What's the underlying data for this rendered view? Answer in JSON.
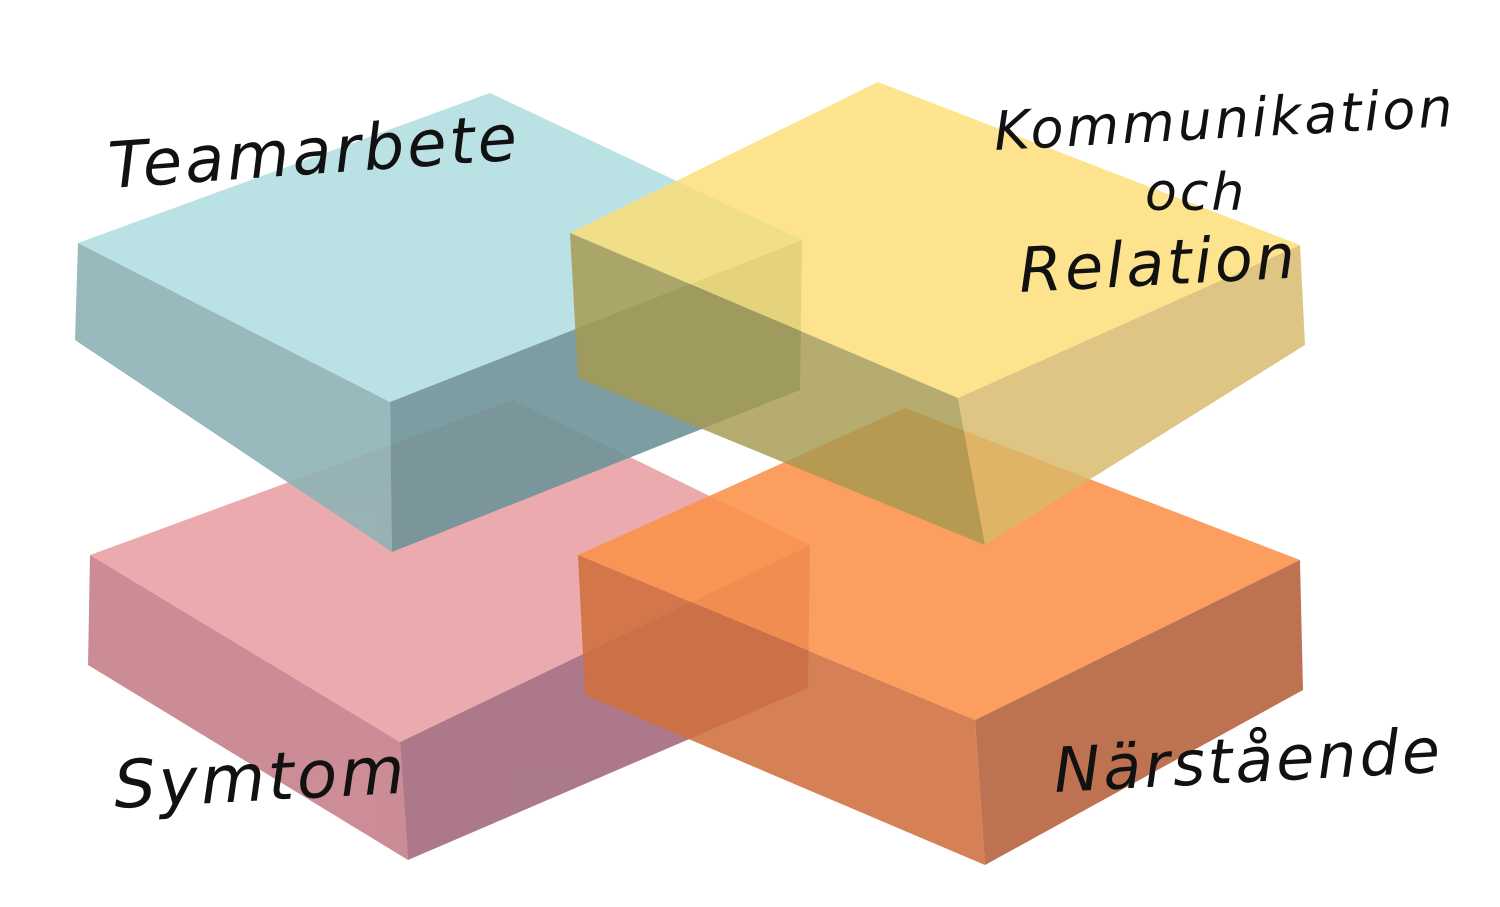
{
  "diagram": {
    "labels": {
      "teamarbete": "Teamarbete",
      "kommunikation_line1": "Kommunikation",
      "kommunikation_line2": "och",
      "kommunikation_line3": "Relation",
      "symtom": "Symtom",
      "narstaende": "Närstående"
    },
    "colors": {
      "teamarbete_top": "#B3DEE0",
      "teamarbete_side": "#93BABD",
      "kommunikation_top": "#FDDE75",
      "kommunikation_side": "#D9B968",
      "symtom_top": "#EAA5A8",
      "symtom_side": "#A66E82",
      "narstaende_top": "#FB9149",
      "narstaende_side": "#B55F3A"
    }
  }
}
